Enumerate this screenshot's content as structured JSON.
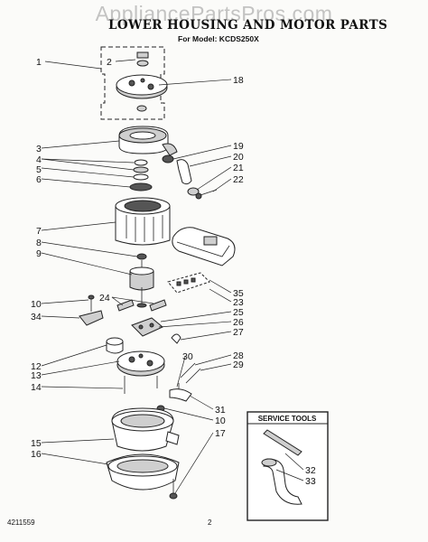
{
  "watermark": "AppliancePartsPros.com",
  "header": {
    "title": "LOWER HOUSING AND MOTOR PARTS",
    "model": "For Model: KCDS250X"
  },
  "service_tools": {
    "title": "SERVICE TOOLS"
  },
  "footer": {
    "part_number": "4211559",
    "page": "2"
  },
  "callouts": {
    "c1": "1",
    "c2": "2",
    "c3": "3",
    "c4": "4",
    "c5": "5",
    "c6": "6",
    "c7": "7",
    "c8": "8",
    "c9": "9",
    "c10": "10",
    "c10b": "10",
    "c12": "12",
    "c13": "13",
    "c14": "14",
    "c15": "15",
    "c16": "16",
    "c17": "17",
    "c18": "18",
    "c19": "19",
    "c20": "20",
    "c21": "21",
    "c22": "22",
    "c23": "23",
    "c24": "24",
    "c25": "25",
    "c26": "26",
    "c27": "27",
    "c28": "28",
    "c29": "29",
    "c30": "30",
    "c31": "31",
    "c32": "32",
    "c33": "33",
    "c34": "34",
    "c35": "35"
  }
}
